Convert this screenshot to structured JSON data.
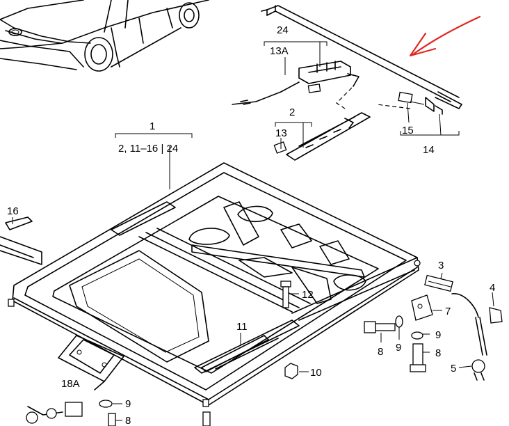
{
  "accent_color": "#e0271f",
  "callouts": {
    "c1": "1",
    "c1_sub": "2, 11–16 | 24",
    "c2": "2",
    "c3": "3",
    "c4": "4",
    "c5": "5",
    "c7": "7",
    "c8a": "8",
    "c8b": "8",
    "c8c": "8",
    "c9a": "9",
    "c9b": "9",
    "c9c": "9",
    "c10": "10",
    "c11": "11",
    "c12": "12",
    "c13": "13",
    "c13a": "13A",
    "c14": "14",
    "c15": "15",
    "c16": "16",
    "c18a": "18A",
    "c24": "24"
  }
}
